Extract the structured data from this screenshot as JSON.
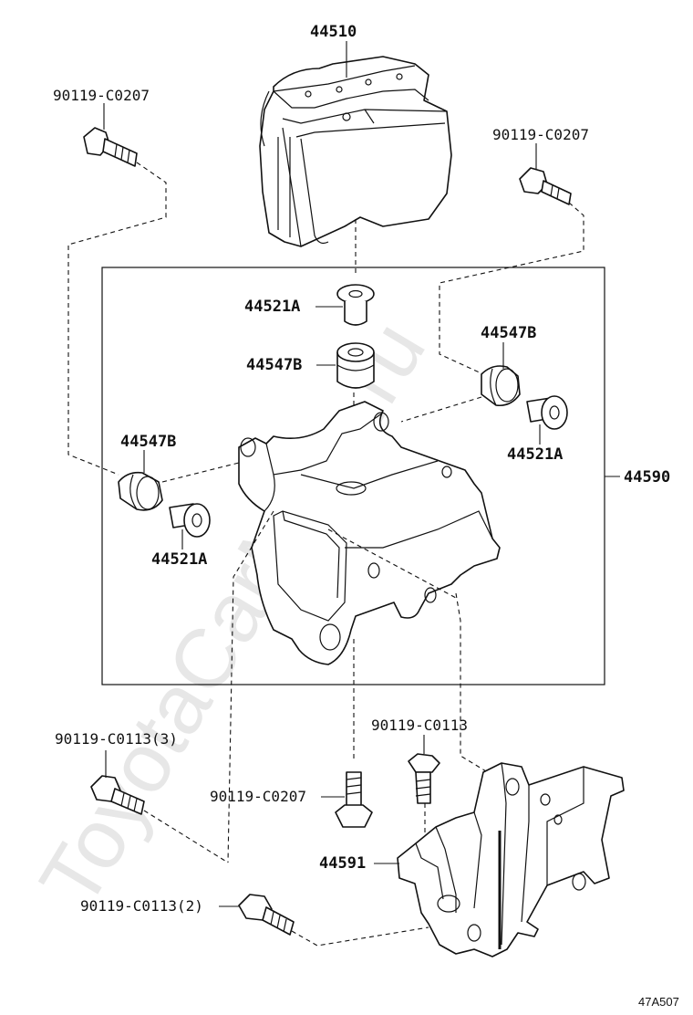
{
  "watermark": "ToyotaCarMine.ru",
  "diagram_ref": "47A507",
  "labels": {
    "abs_actuator": "44510",
    "bolt_top_left": "90119-C0207",
    "bolt_top_right": "90119-C0207",
    "collar_center": "44521A",
    "cushion_center": "44547B",
    "cushion_right": "44547B",
    "collar_right": "44521A",
    "cushion_left": "44547B",
    "collar_left": "44521A",
    "bracket_assembly": "44590",
    "bolt_lower_left": "90119-C0113(3)",
    "bolt_lower_mid": "90119-C0113",
    "bolt_lower_center": "90119-C0207",
    "bracket_lower": "44591",
    "bolt_bottom": "90119-C0113(2)"
  }
}
